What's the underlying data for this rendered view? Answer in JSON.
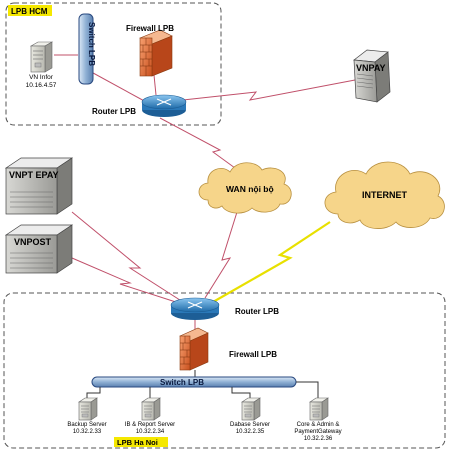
{
  "regions": {
    "hcm": "LPB HCM",
    "hanoi": "LPB Ha Noi"
  },
  "hcm": {
    "switch_label": "Switch LPB",
    "firewall_label": "Firewall LPB",
    "router_label": "Router LPB",
    "server_name": "VN Infor",
    "server_ip": "10.16.4.57"
  },
  "external": {
    "vnpay": "VNPAY",
    "vnpt_epay": "VNPT EPAY",
    "vnpost": "VNPOST"
  },
  "clouds": {
    "wan": "WAN nội bộ",
    "internet": "INTERNET"
  },
  "hanoi": {
    "router_label": "Router LPB",
    "firewall_label": "Firewall LPB",
    "switch_label": "Switch LPB",
    "servers": [
      {
        "name": "Backup Server",
        "name2": "",
        "ip": "10.32.2.33"
      },
      {
        "name": "IB & Report Server",
        "name2": "",
        "ip": "10.32.2.34"
      },
      {
        "name": "Dabase Server",
        "name2": "",
        "ip": "10.32.2.35"
      },
      {
        "name": "Core & Admin &",
        "name2": "PaymentGateway",
        "ip": "10.32.2.36"
      }
    ]
  },
  "colors": {
    "link_red": "#c0506a",
    "link_yellow": "#e8e000",
    "router_blue": "#3a8fd0",
    "firewall": "#e8743a",
    "cloud": "#f6d58a",
    "region_tag": "#f5e800"
  }
}
